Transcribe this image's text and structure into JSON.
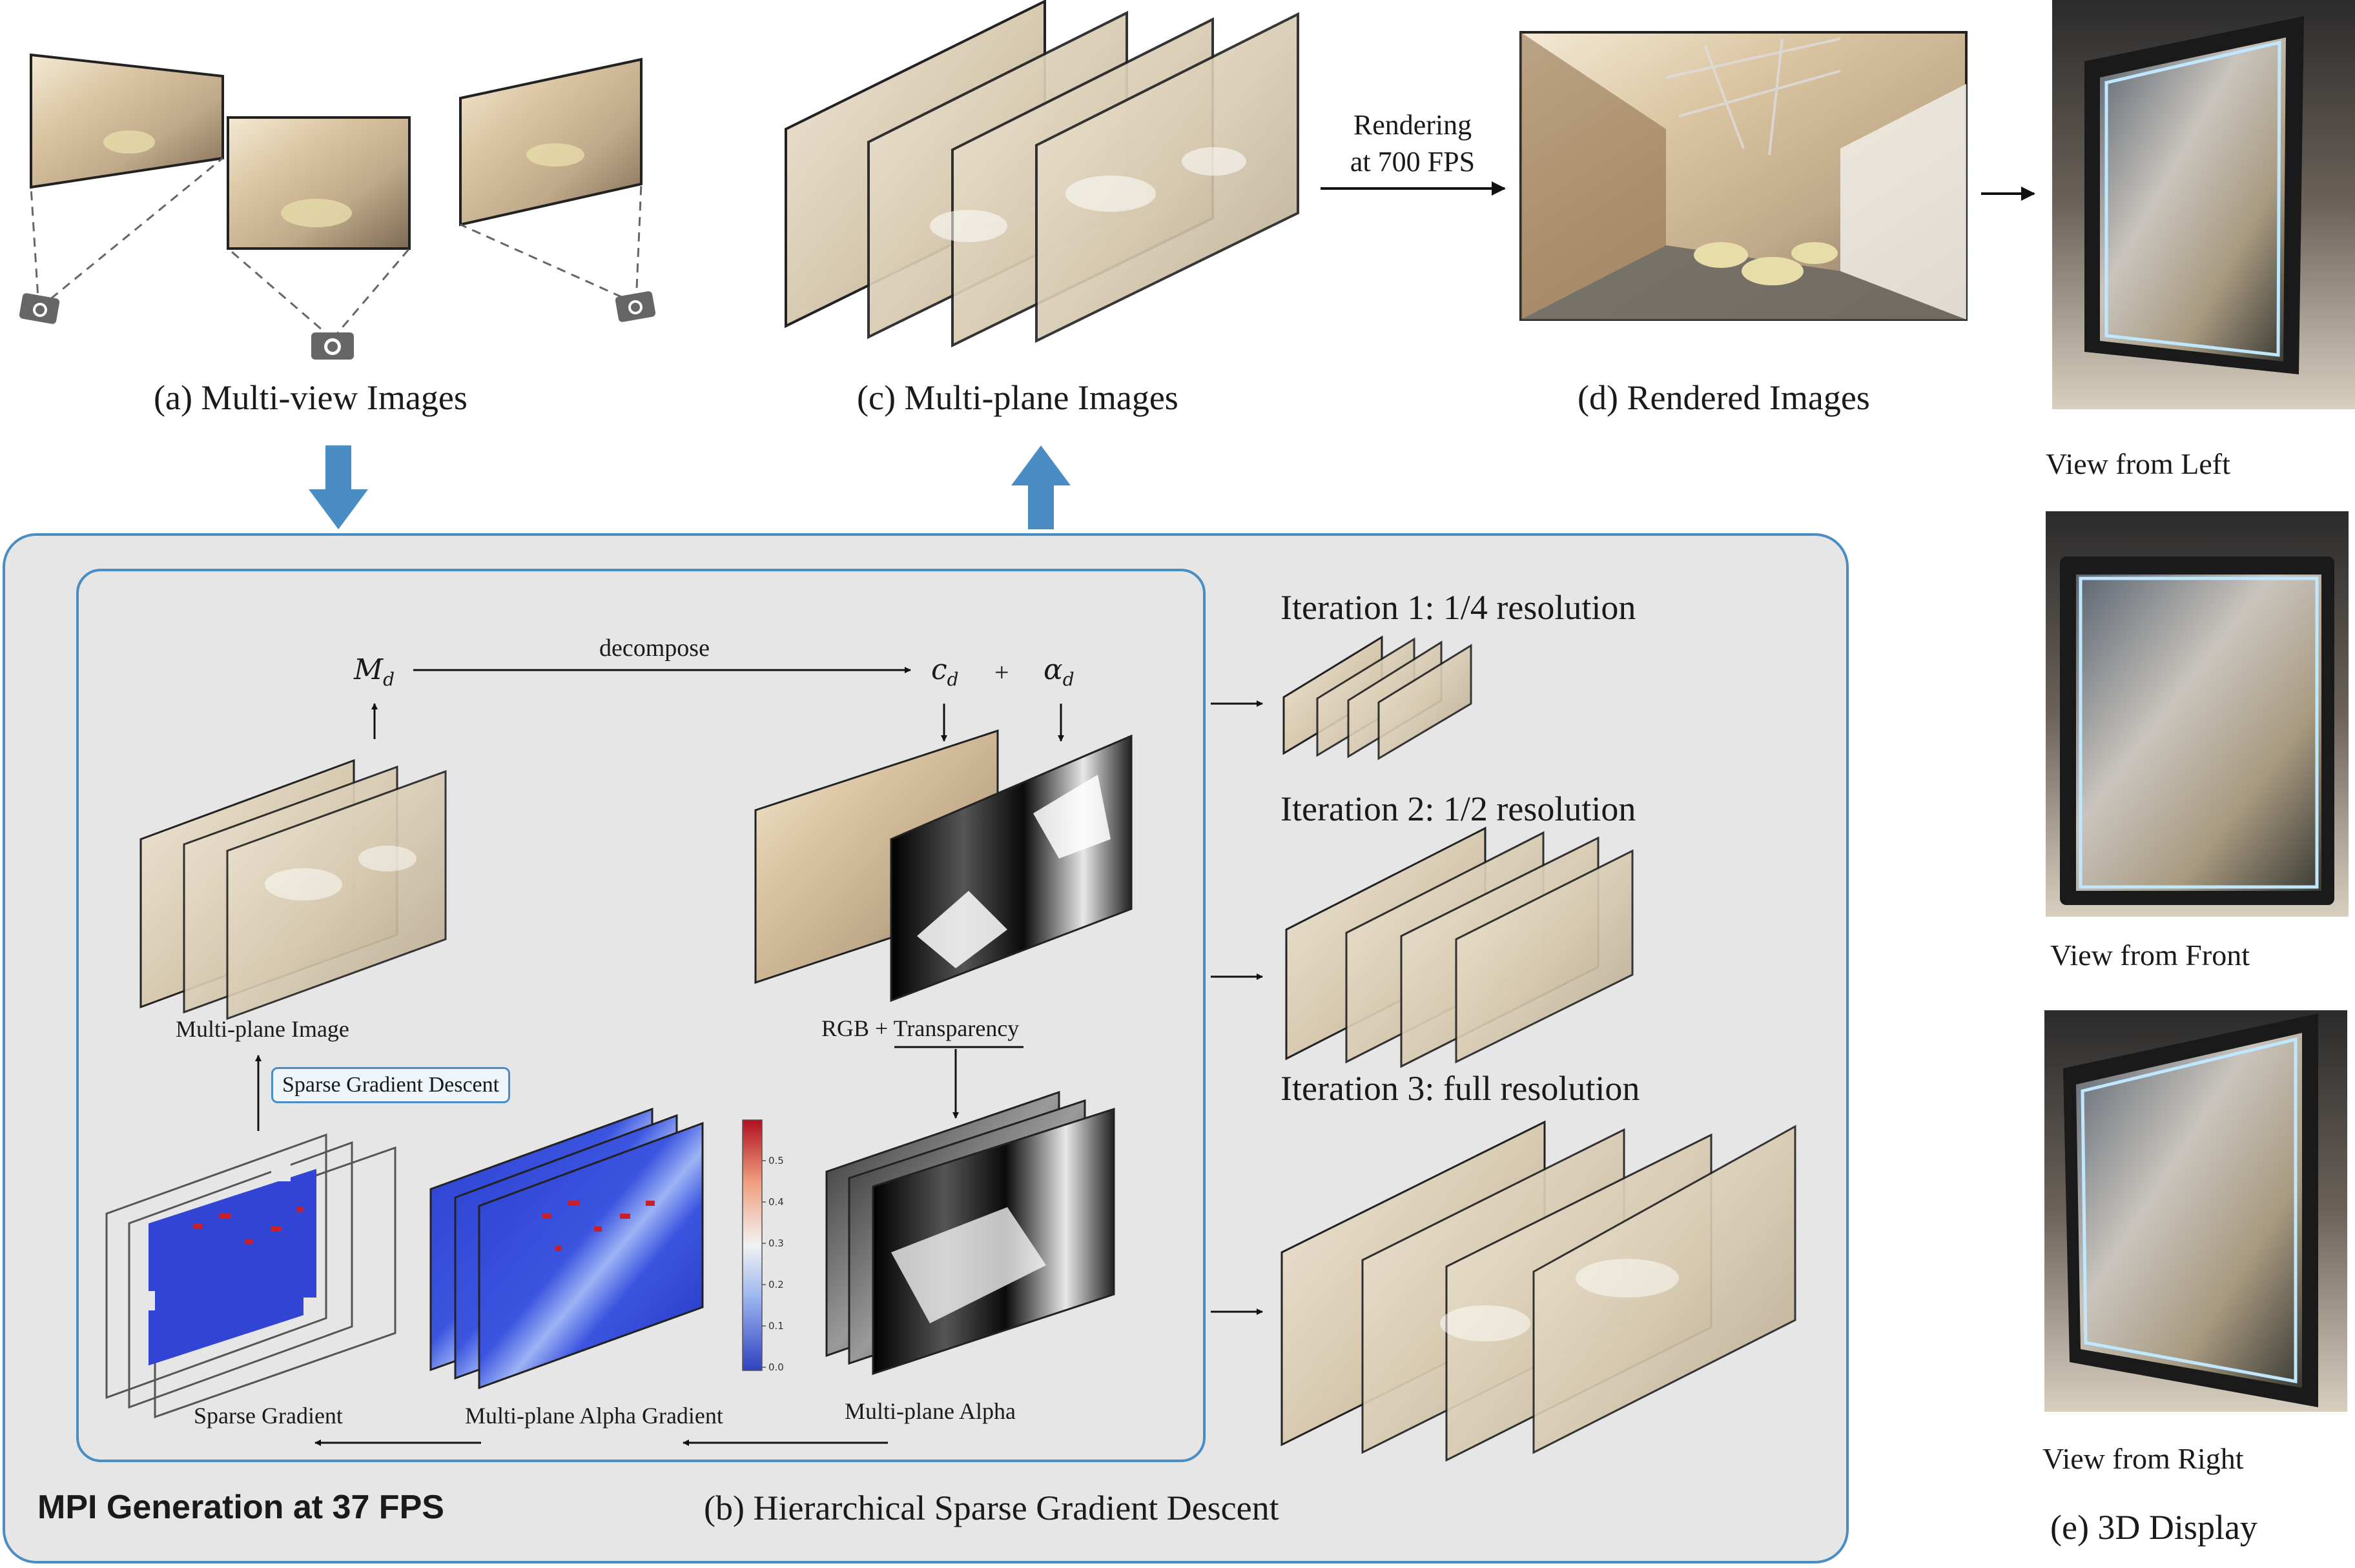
{
  "top": {
    "caption_a": "(a) Multi-view Images",
    "caption_c": "(c) Multi-plane Images",
    "caption_d": "(d) Rendered Images",
    "render_label_line1": "Rendering",
    "render_label_line2": "at 700 FPS"
  },
  "display": {
    "view_left": "View from Left",
    "view_front": "View from Front",
    "view_right": "View from Right",
    "caption_e": "(e) 3D Display"
  },
  "pipeline": {
    "decompose": "decompose",
    "M_sym": "M",
    "c_sym": "c",
    "alpha_sym": "α",
    "sub_d": "d",
    "plus": "+",
    "mpi_label": "Multi-plane Image",
    "rgb_label": "RGB + Transparency",
    "sgd_badge": "Sparse Gradient Descent",
    "sparse_gradient": "Sparse Gradient",
    "alpha_gradient": "Multi-plane Alpha Gradient",
    "alpha_label": "Multi-plane Alpha",
    "colorbar_ticks": [
      "0.5",
      "0.4",
      "0.3",
      "0.2",
      "0.1",
      "0.0"
    ],
    "mpi_generation": "MPI Generation at 37 FPS",
    "caption_b": "(b) Hierarchical Sparse Gradient Descent"
  },
  "iterations": {
    "it1": "Iteration 1: 1/4 resolution",
    "it2": "Iteration 2: 1/2 resolution",
    "it3": "Iteration 3: full resolution"
  },
  "colors": {
    "accent_blue": "#4a8cc4",
    "panel_bg": "#e6e6e6",
    "heatmap_blue": "#2b3fd0",
    "heatmap_red": "#c8202a"
  }
}
